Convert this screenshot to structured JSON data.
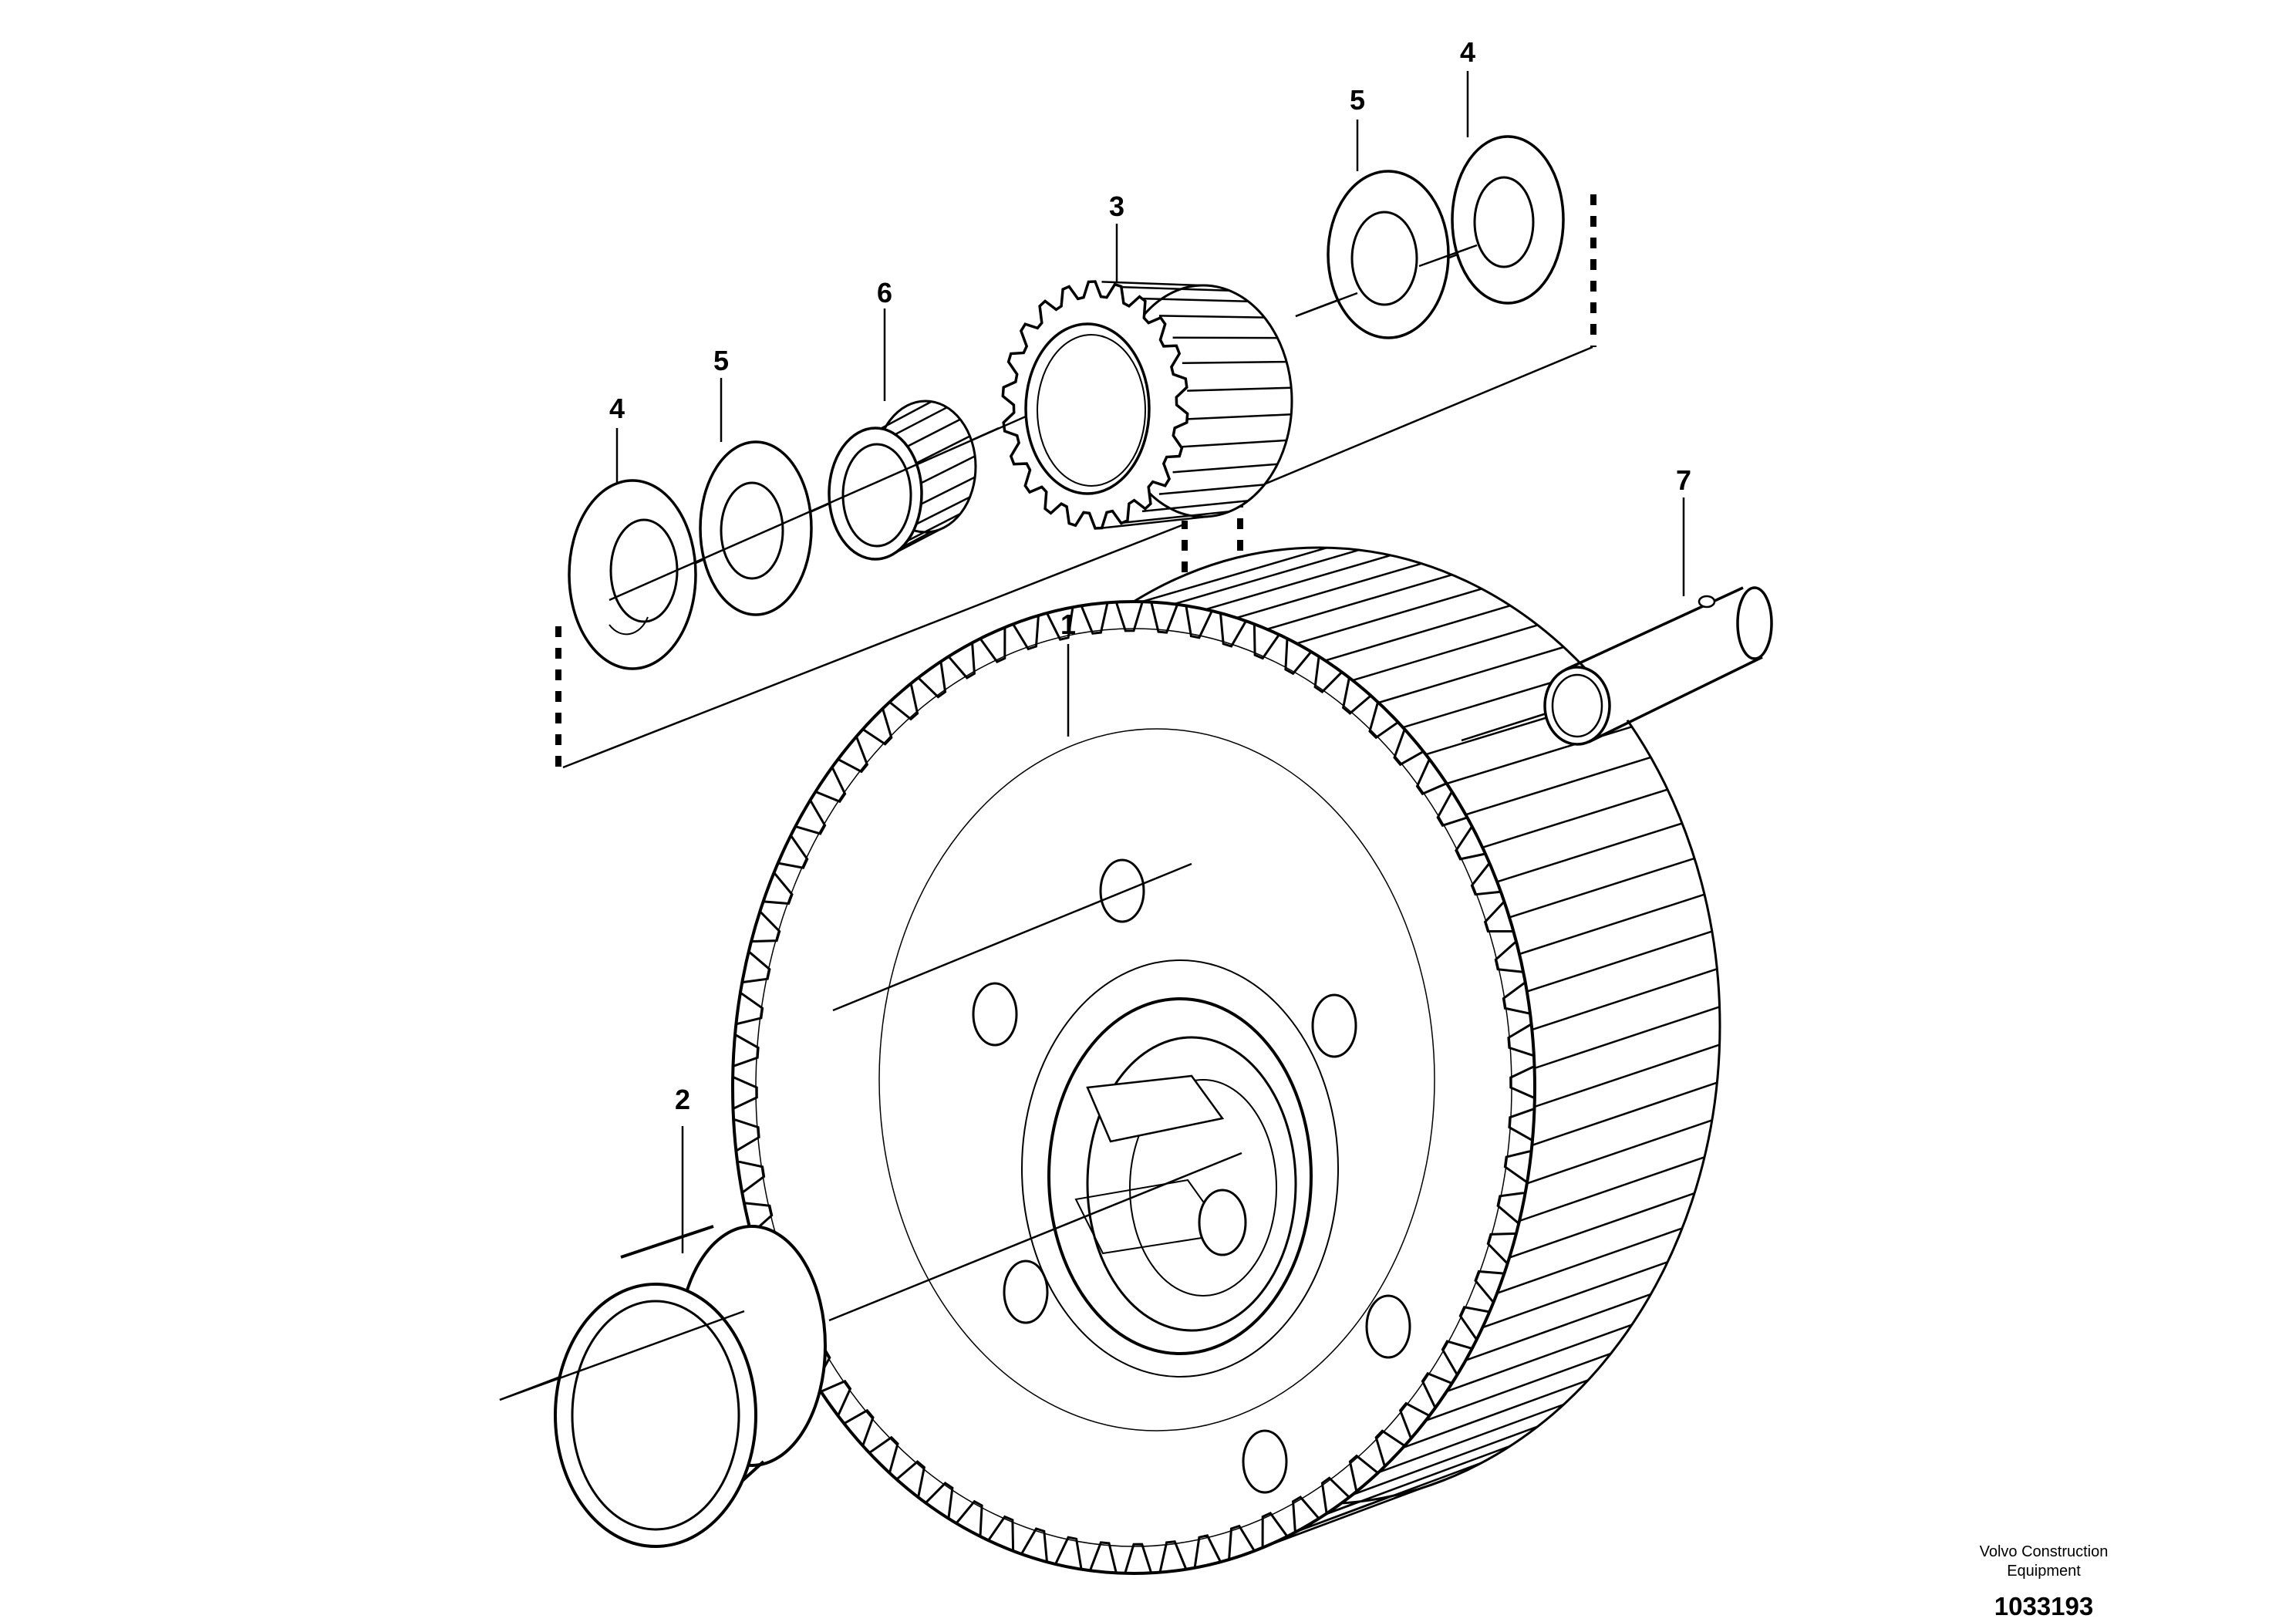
{
  "callouts": {
    "gear_wheel": "1",
    "bearing_ring": "2",
    "planet_gear": "3",
    "thrust_washer_left": "4",
    "thrust_washer_right": "4",
    "spacer_washer_left": "5",
    "spacer_washer_right": "5",
    "needle_bearing": "6",
    "shaft": "7"
  },
  "credit": {
    "line1": "Volvo Construction",
    "line2": "Equipment",
    "drawing_number": "1033193"
  }
}
